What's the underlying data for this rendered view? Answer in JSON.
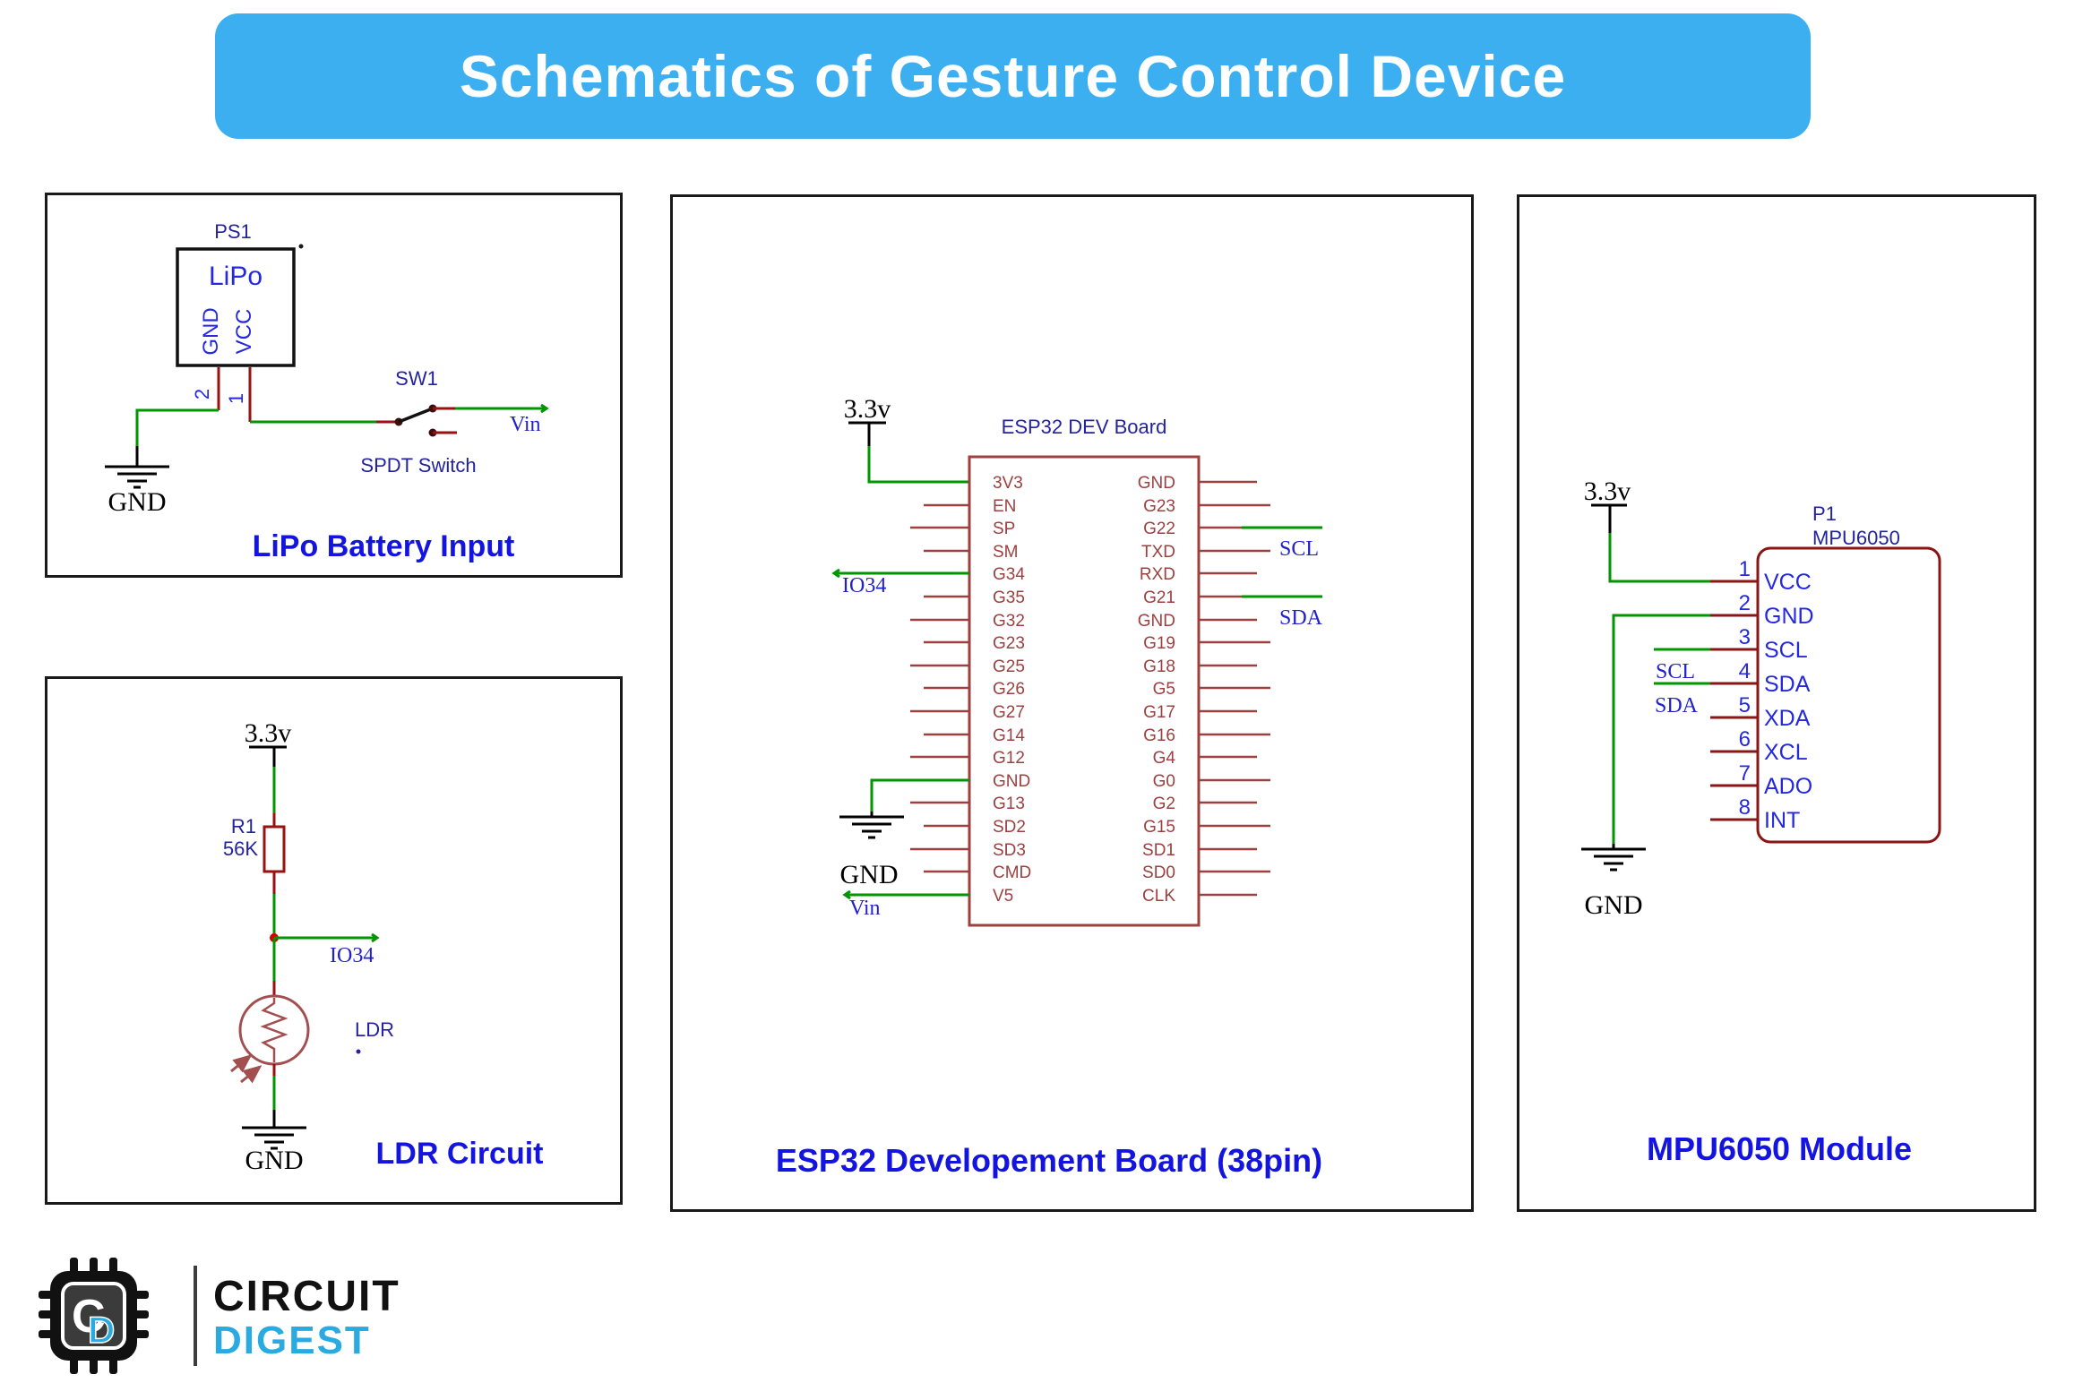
{
  "title": "Schematics of Gesture Control Device",
  "lipo": {
    "ref": "PS1",
    "device": "LiPo",
    "pin_gnd": "GND",
    "pin_vcc": "VCC",
    "pin_num_2": "2",
    "pin_num_1": "1",
    "switch_ref": "SW1",
    "switch_label": "SPDT Switch",
    "net_vin": "Vin",
    "gnd": "GND",
    "caption": "LiPo Battery Input"
  },
  "ldr": {
    "power": "3.3v",
    "res_ref": "R1",
    "res_value": "56K",
    "net_io34": "IO34",
    "ldr_label": "LDR",
    "gnd": "GND",
    "caption": "LDR Circuit"
  },
  "esp32": {
    "power": "3.3v",
    "board_title": "ESP32 DEV Board",
    "left_pins": [
      "3V3",
      "EN",
      "SP",
      "SM",
      "G34",
      "G35",
      "G32",
      "G23",
      "G25",
      "G26",
      "G27",
      "G14",
      "G12",
      "GND",
      "G13",
      "SD2",
      "SD3",
      "CMD",
      "V5"
    ],
    "right_pins": [
      "GND",
      "G23",
      "G22",
      "TXD",
      "RXD",
      "G21",
      "GND",
      "G19",
      "G18",
      "G5",
      "G17",
      "G16",
      "G4",
      "G0",
      "G2",
      "G15",
      "SD1",
      "SD0",
      "CLK"
    ],
    "net_io34": "IO34",
    "net_vin": "Vin",
    "net_scl": "SCL",
    "net_sda": "SDA",
    "gnd": "GND",
    "caption": "ESP32 Developement Board (38pin)"
  },
  "mpu": {
    "power": "3.3v",
    "ref": "P1",
    "part": "MPU6050",
    "pins": [
      {
        "num": "1",
        "name": "VCC"
      },
      {
        "num": "2",
        "name": "GND"
      },
      {
        "num": "3",
        "name": "SCL"
      },
      {
        "num": "4",
        "name": "SDA"
      },
      {
        "num": "5",
        "name": "XDA"
      },
      {
        "num": "6",
        "name": "XCL"
      },
      {
        "num": "7",
        "name": "ADO"
      },
      {
        "num": "8",
        "name": "INT"
      }
    ],
    "net_scl": "SCL",
    "net_sda": "SDA",
    "gnd": "GND",
    "caption": "MPU6050 Module"
  },
  "logo": {
    "icon_c": "C",
    "icon_d": "D",
    "name_top": "CIRCUIT",
    "name_bottom": "DIGEST"
  },
  "colors": {
    "banner_blue": "#3CAFF1",
    "caption_blue": "#1414E0",
    "label_navy": "#23239F",
    "schematic_blue": "#2428E0",
    "net_label_blue": "#2222CC",
    "wire_green": "#009600",
    "pin_red": "#991111",
    "esp32_brick": "#9C4040",
    "mpu_dark_red": "#8B1414",
    "logo_blue": "#29ABE2"
  }
}
